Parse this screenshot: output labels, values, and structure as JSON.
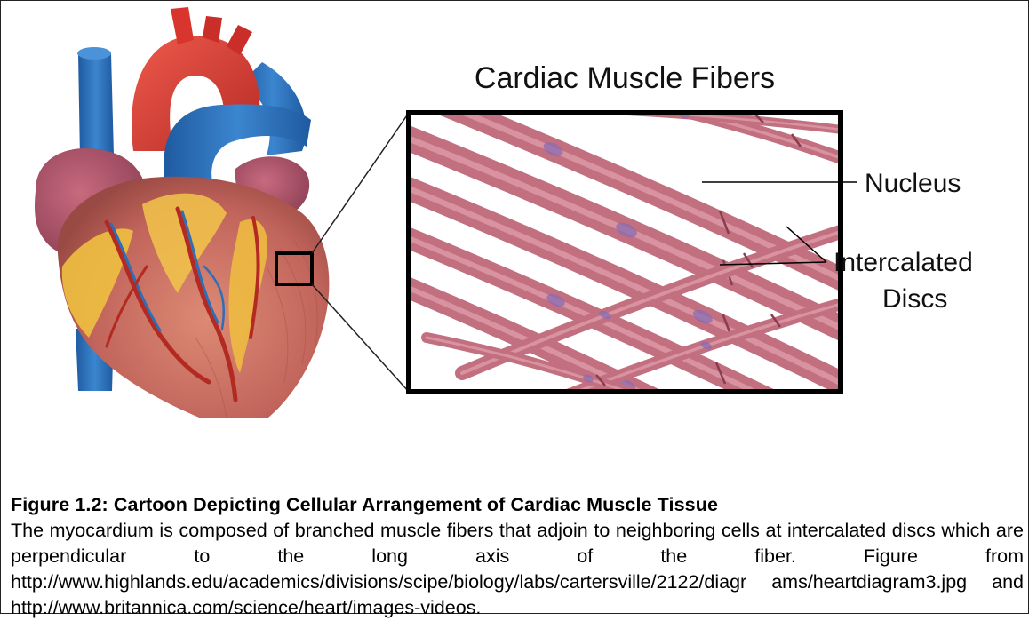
{
  "figure": {
    "panel_title": "Cardiac Muscle Fibers",
    "labels": {
      "nucleus": "Nucleus",
      "intercalated_line1": "Intercalated",
      "intercalated_line2": "Discs"
    },
    "caption_title": "Figure 1.2: Cartoon Depicting Cellular Arrangement of Cardiac Muscle Tissue",
    "caption_body": "The myocardium is composed of branched muscle fibers that adjoin to neighboring cells at intercalated discs which are perpendicular to the long axis of the fiber. Figure from http://www.highlands.edu/academics/divisions/scipe/biology/labs/cartersville/2122/diagr ams/heartdiagram3.jpg and http://www.britannica.com/science/heart/images-videos."
  },
  "colors": {
    "myocardium": "#c2655c",
    "aorta": "#d8352f",
    "vein_blue": "#2c6fb8",
    "fat_yellow": "#f0c040",
    "fiber": "#c26f80",
    "fiber_light": "#e3a3ae",
    "nucleus": "#8a6bb0"
  }
}
